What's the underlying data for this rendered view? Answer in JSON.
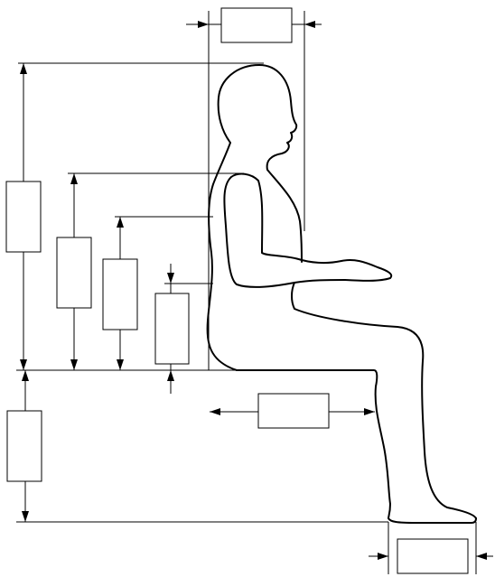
{
  "diagram": {
    "type": "seated-body-measurements",
    "measurements": [
      {
        "id": "shoulder-breadth",
        "label": ""
      },
      {
        "id": "sitting-height",
        "label": ""
      },
      {
        "id": "eye-height",
        "label": ""
      },
      {
        "id": "elbow-height",
        "label": ""
      },
      {
        "id": "lumbar-height",
        "label": ""
      },
      {
        "id": "popliteal-height",
        "label": ""
      },
      {
        "id": "buttock-popliteal-length",
        "label": ""
      },
      {
        "id": "foot-breadth",
        "label": ""
      }
    ],
    "colors": {
      "stroke": "#000000",
      "background": "#ffffff"
    }
  }
}
